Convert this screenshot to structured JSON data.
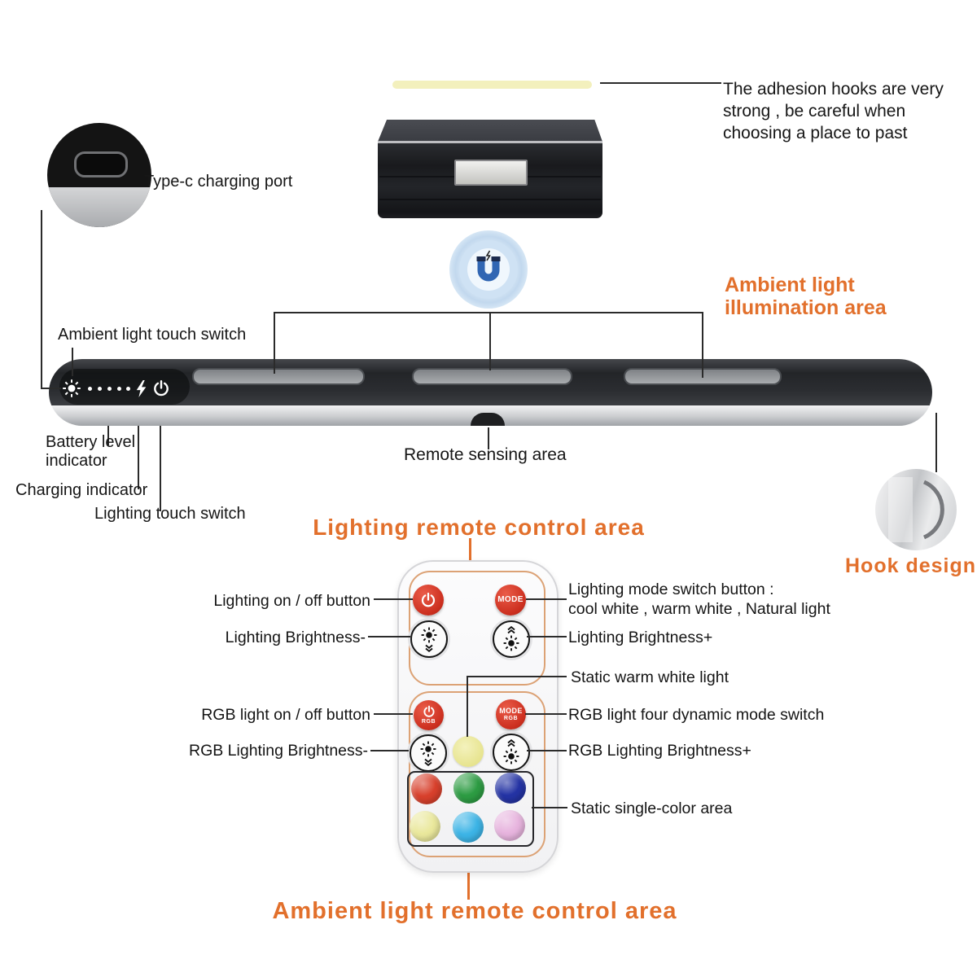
{
  "product": {
    "adhesion_note": "The adhesion hooks are very strong , be careful when choosing a place to past",
    "labels": {
      "type_c_port": "Type-c charging port",
      "ambient_light_touch_switch": "Ambient light touch switch",
      "battery_level_indicator": "Battery level indicator",
      "charging_indicator": "Charging indicator",
      "lighting_touch_switch": "Lighting touch switch",
      "remote_sensing_area": "Remote sensing area",
      "ambient_light_illumination_area": "Ambient light illumination area",
      "hook_design": "Hook design"
    },
    "icons": {
      "ambient_switch": "sun-icon",
      "battery_level": "dots-icon",
      "charging": "lightning-icon",
      "lighting_switch": "power-icon",
      "magnet": "magnet-icon"
    }
  },
  "remote": {
    "top_heading": "Lighting remote control area",
    "bottom_heading": "Ambient light remote control area",
    "buttons": {
      "mode_label": "MODE",
      "rgb_label": "RGB"
    },
    "annotations": {
      "lighting_on_off": "Lighting on / off button",
      "lighting_brightness_minus": "Lighting Brightness-",
      "lighting_mode_switch_line1": "Lighting mode switch button :",
      "lighting_mode_switch_line2": "cool white , warm white , Natural light",
      "lighting_brightness_plus": "Lighting Brightness+",
      "static_warm_white": "Static warm white light",
      "rgb_on_off": "RGB light on / off button",
      "rgb_mode_switch": "RGB light four dynamic mode switch",
      "rgb_brightness_minus": "RGB Lighting Brightness-",
      "rgb_brightness_plus": "RGB Lighting Brightness+",
      "static_single_color": "Static single-color area"
    },
    "color_buttons": [
      "#d8402c",
      "#2d9c43",
      "#2433a4",
      "#eae89c",
      "#3cb4e6",
      "#e7b4de"
    ]
  },
  "colors": {
    "accent_orange": "#e2702c",
    "button_red": "#cf3322",
    "magnet_blue": "#3166b3",
    "adhesive_strip": "#f3f0bd"
  }
}
